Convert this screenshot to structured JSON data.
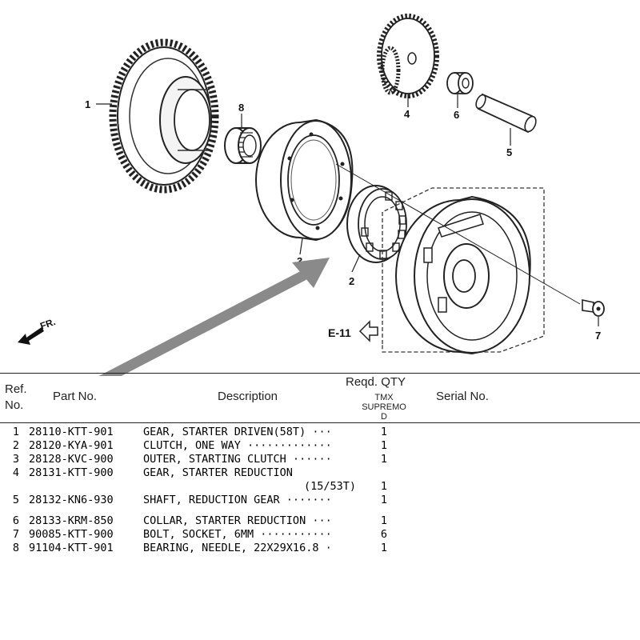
{
  "diagram": {
    "callouts": {
      "c1": "1",
      "c2": "2",
      "c3": "3",
      "c4": "4",
      "c5": "5",
      "c6": "6",
      "c7": "7",
      "c8": "8"
    },
    "fr_label": "FR.",
    "ref_label": "E-11"
  },
  "table": {
    "headers": {
      "ref": "Ref.",
      "no": "No.",
      "part_no": "Part No.",
      "description": "Description",
      "reqd_qty": "Reqd. QTY",
      "model_lines": [
        "TMX",
        "SUPREMO",
        "D"
      ],
      "serial_no": "Serial No."
    },
    "rows": [
      {
        "ref": "1",
        "part_no": "28110-KTT-901",
        "desc": "GEAR, STARTER DRIVEN(58T) ···",
        "qty": "1"
      },
      {
        "ref": "2",
        "part_no": "28120-KYA-901",
        "desc": "CLUTCH, ONE WAY ·············",
        "qty": "1"
      },
      {
        "ref": "3",
        "part_no": "28128-KVC-900",
        "desc": "OUTER, STARTING CLUTCH ······",
        "qty": "1"
      },
      {
        "ref": "4",
        "part_no": "28131-KTT-900",
        "desc": "GEAR, STARTER REDUCTION",
        "cont": "(15/53T)",
        "qty": "1"
      },
      {
        "ref": "5",
        "part_no": "28132-KN6-930",
        "desc": "SHAFT, REDUCTION GEAR ·······",
        "qty": "1"
      },
      {
        "ref": "6",
        "part_no": "28133-KRM-850",
        "desc": "COLLAR, STARTER REDUCTION ···",
        "qty": "1"
      },
      {
        "ref": "7",
        "part_no": "90085-KTT-900",
        "desc": "BOLT, SOCKET, 6MM ···········",
        "qty": "6"
      },
      {
        "ref": "8",
        "part_no": "91104-KTT-901",
        "desc": "BEARING, NEEDLE, 22X29X16.8 ·",
        "qty": "1"
      }
    ]
  }
}
